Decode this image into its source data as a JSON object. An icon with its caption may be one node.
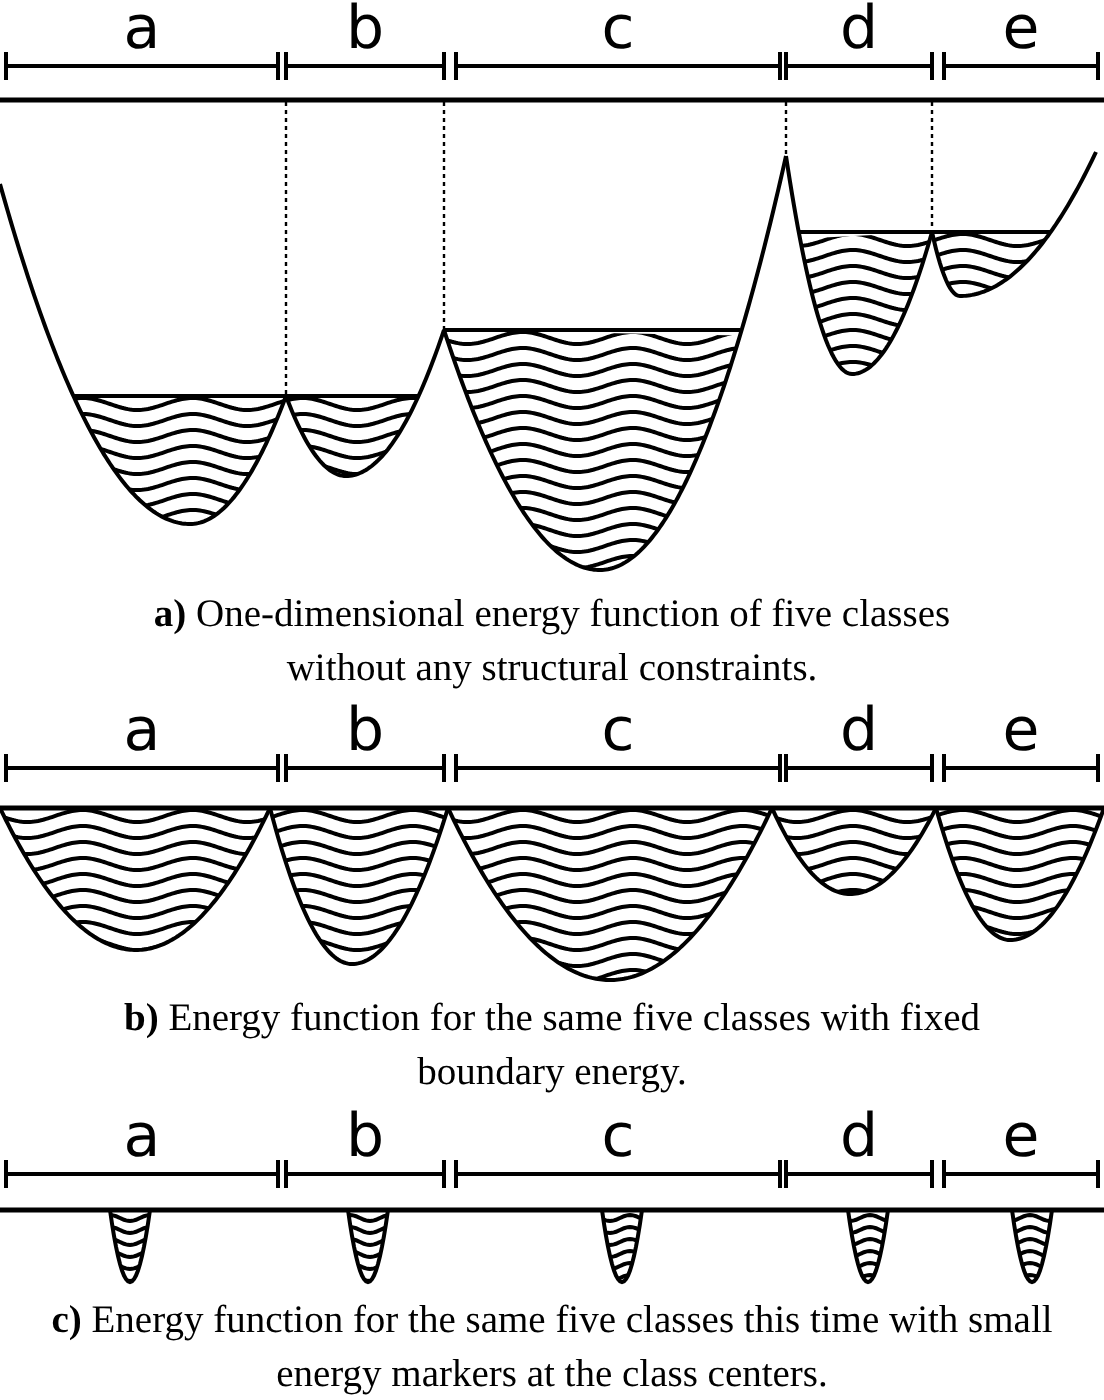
{
  "diagram": {
    "labels": [
      "a",
      "b",
      "c",
      "d",
      "e",
      "**a)** One-dimensional energy function of five classes without any structural constraints.",
      "a",
      "b",
      "c",
      "d",
      "e",
      "**b)** Energy function for the same five classes with fixed boundary energy.",
      "a",
      "b",
      "c",
      "d",
      "e",
      "**c)** Energy function for the same five classes this time with small energy markers at the class centers."
    ]
  }
}
